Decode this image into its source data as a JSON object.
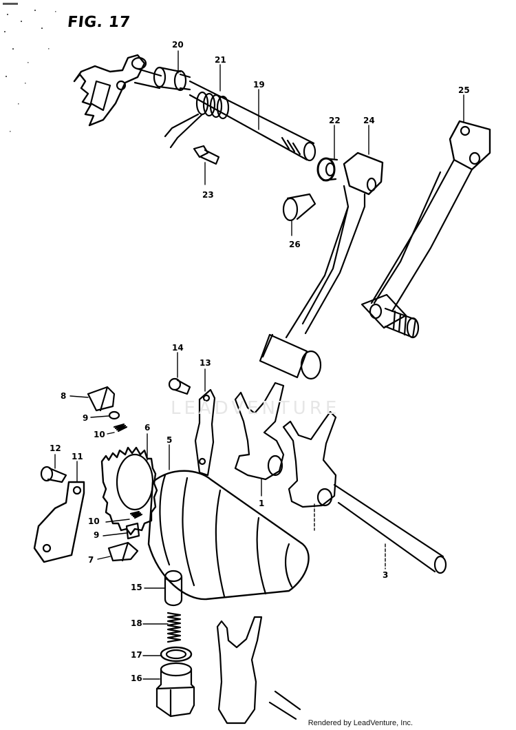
{
  "figure": {
    "title": "FIG. 17"
  },
  "watermark": {
    "text": "LEADVENTURE"
  },
  "callouts": {
    "p1": "1",
    "p3": "3",
    "p5": "5",
    "p6": "6",
    "p7": "7",
    "p8": "8",
    "p9a": "9",
    "p9b": "9",
    "p10a": "10",
    "p10b": "10",
    "p11": "11",
    "p12": "12",
    "p13": "13",
    "p14": "14",
    "p15": "15",
    "p16": "16",
    "p17": "17",
    "p18": "18",
    "p19": "19",
    "p20": "20",
    "p21": "21",
    "p22": "22",
    "p23": "23",
    "p24": "24",
    "p25": "25",
    "p26": "26"
  },
  "credit": {
    "text": "Rendered by LeadVenture, Inc."
  }
}
